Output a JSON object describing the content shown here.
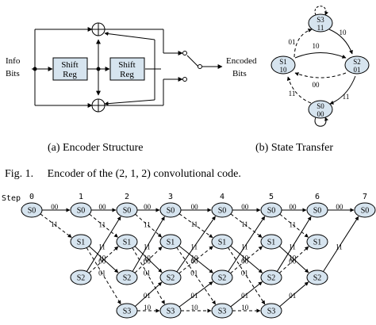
{
  "encoder": {
    "input_label_line1": "Info",
    "input_label_line2": "Bits",
    "register1_line1": "Shift",
    "register1_line2": "Reg",
    "register2_line1": "Shift",
    "register2_line2": "Reg",
    "output_label_line1": "Encoded",
    "output_label_line2": "Bits",
    "adder_symbol": "⊕"
  },
  "state_transfer": {
    "states": [
      {
        "id": "S3",
        "bits": "11"
      },
      {
        "id": "S1",
        "bits": "10"
      },
      {
        "id": "S2",
        "bits": "01"
      },
      {
        "id": "S0",
        "bits": "00"
      }
    ],
    "edge_labels": {
      "s1_to_s3": "01",
      "s1_to_s2": "10",
      "s3_to_s2": "10",
      "s2_to_s1": "00",
      "s0_to_s1": "11",
      "s2_to_s0": "11"
    }
  },
  "captions": {
    "sub_a": "(a) Encoder Structure",
    "sub_b": "(b) State Transfer",
    "figure": "Fig. 1.     Encoder of the (2, 1, 2) convolutional code."
  },
  "trellis": {
    "step_label": "Step",
    "steps": [
      "0",
      "1",
      "2",
      "3",
      "4",
      "5",
      "6",
      "7"
    ],
    "node_labels": {
      "S0": "S0",
      "S1": "S1",
      "S2": "S2",
      "S3": "S3"
    },
    "edge_labels": {
      "s0_s0": "00",
      "s0_s1": "11",
      "s1_s2": "10",
      "s1_s3": "01",
      "s2_s0": "11",
      "s2_s1": "00",
      "s3_s2": "01",
      "s3_s3": "10"
    }
  }
}
